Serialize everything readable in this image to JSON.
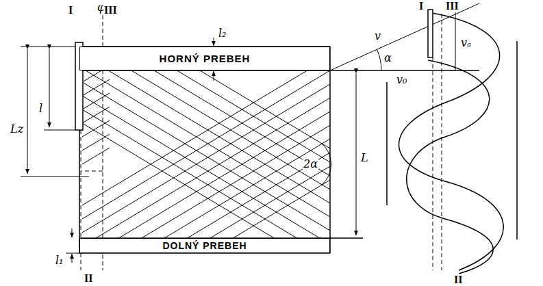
{
  "diagram": {
    "nodes": [
      {
        "text": [
          "HORNÝ PREBEH"
        ]
      },
      {
        "text": [
          "DOLNÝ PREBEH"
        ]
      }
    ],
    "labels": [
      "I",
      "φ",
      "III",
      "l₂",
      "v",
      "α",
      "vₐ",
      "v₀",
      "l",
      "Lz",
      "L",
      "2α",
      "l₁",
      "II",
      "I",
      "III",
      "II"
    ]
  }
}
